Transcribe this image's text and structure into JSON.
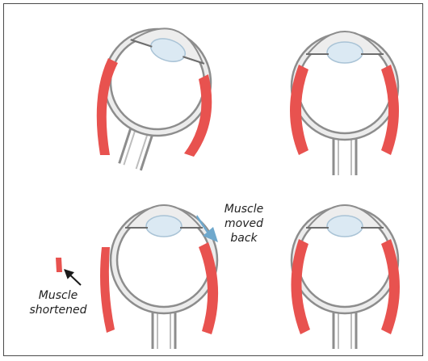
{
  "annotations": {
    "muscle_moved_back": [
      "Muscle",
      "moved",
      "back"
    ],
    "muscle_shortened": [
      "Muscle",
      "shortened"
    ]
  },
  "colors": {
    "muscle": "#e8524f",
    "sclera_outer": "#9a9a9a",
    "lens": "#dbe9f3",
    "arrow_blue": "#6fa8cc",
    "arrow_black": "#1a1a1a"
  }
}
